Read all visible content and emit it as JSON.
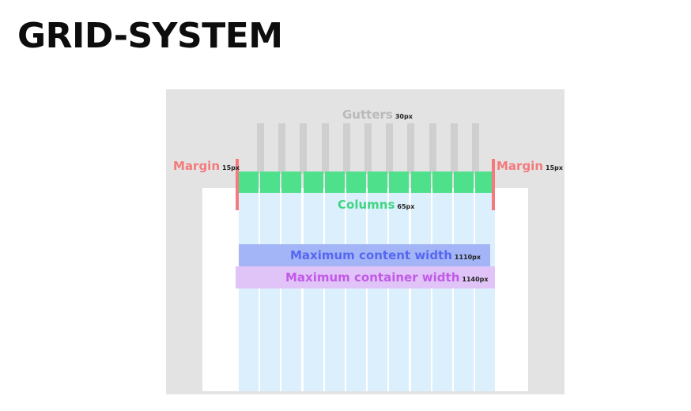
{
  "title": "GRID-SYSTEM",
  "labels": {
    "gutters": {
      "text": "Gutters",
      "value": "30px"
    },
    "margin_left": {
      "text": "Margin",
      "value": "15px"
    },
    "margin_right": {
      "text": "Margin",
      "value": "15px"
    },
    "columns": {
      "text": "Columns",
      "value": "65px"
    },
    "max_content": {
      "text": "Maximum content width",
      "value": "1110px"
    },
    "max_container": {
      "text": "Maximum container width",
      "value": "1140px"
    }
  },
  "colors": {
    "frame": "#e3e3e3",
    "gutter": "#cfcfcf",
    "column_fill": "#dceffc",
    "column_top": "#4fe08c",
    "margin": "#f47a7c",
    "content": "#a3b5f7",
    "container": "#e0c3f7"
  },
  "grid": {
    "columns": 12,
    "gutters": 11
  }
}
